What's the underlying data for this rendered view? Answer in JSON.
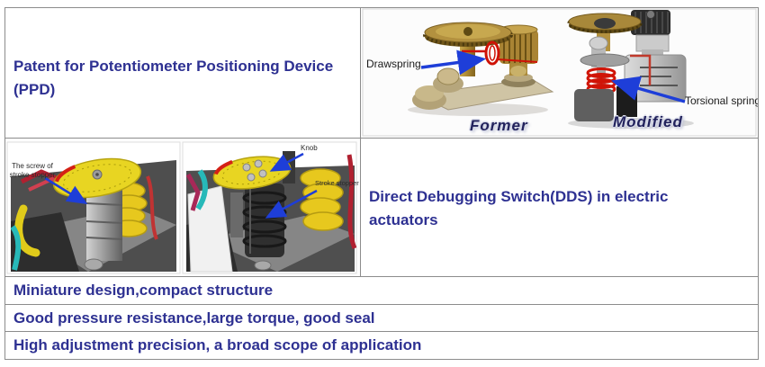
{
  "table": {
    "ppd": {
      "lines": [
        "Patent for Potentiometer Positioning Device",
        "(PPD)"
      ]
    },
    "dds": {
      "lines": [
        "Direct Debugging Switch(DDS) in electric",
        "actuators"
      ]
    },
    "features": [
      "Miniature design,compact structure",
      "Good pressure resistance,large torque, good seal",
      "High adjustment precision, a broad scope of application"
    ]
  },
  "figure_ppd": {
    "drawspring_label": "Drawspring",
    "torsional_spring_label": "Torsional spring",
    "former_caption": "Former",
    "modified_caption": "Modified"
  },
  "figure_dds": {
    "screw_label_lines": [
      "The screw of",
      "stroke stopper"
    ],
    "knob_label": "Knob",
    "stroke_stopper_label": "Stroke stopper"
  },
  "colors": {
    "heading_text": "#2e3192",
    "table_border": "#8c8c8c",
    "arrow_blue": "#1e3ed8",
    "spring_red": "#cf1206",
    "disc_yellow": "#e8d522"
  }
}
